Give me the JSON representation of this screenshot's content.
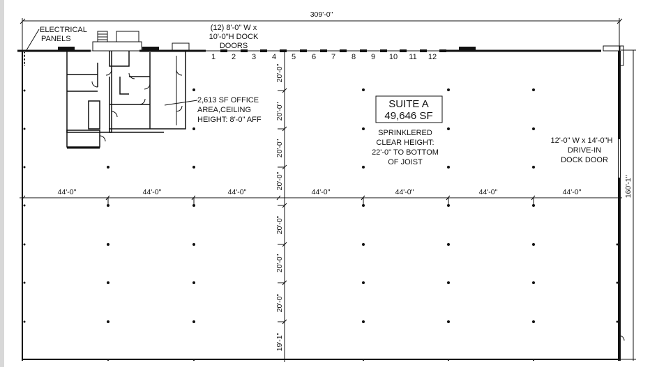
{
  "plan": {
    "overall_width": "309'-0\"",
    "overall_depth": "160'-1\"",
    "suite": {
      "name": "SUITE A",
      "area": "49,646 SF"
    },
    "notes": {
      "electrical": [
        "ELECTRICAL",
        "PANELS"
      ],
      "dock_doors": [
        "(12) 8'-0\" W x",
        "10'-0\"H DOCK",
        "DOORS"
      ],
      "office": [
        "2,613 SF OFFICE",
        "AREA,CEILING",
        "HEIGHT: 8'-0\" AFF"
      ],
      "sprinkler": [
        "SPRINKLERED",
        "CLEAR HEIGHT:",
        "22'-0\" TO BOTTOM",
        "OF JOIST"
      ],
      "drive_in": [
        "12'-0\" W x 14'-0\"H",
        "DRIVE-IN",
        "DOCK DOOR"
      ]
    },
    "dock_door_numbers": [
      "1",
      "2",
      "3",
      "4",
      "5",
      "6",
      "7",
      "8",
      "9",
      "10",
      "11",
      "12"
    ],
    "bay_widths": [
      "44'-0\"",
      "44'-0\"",
      "44'-0\"",
      "44'-0\"",
      "44'-0\"",
      "44'-0\"",
      "44'-0\""
    ],
    "bay_depths_upper": [
      "20'-0\"",
      "20'-0\"",
      "20'-0\"",
      "20'-0\""
    ],
    "bay_depths_lower": [
      "20'-0\"",
      "20'-0\"",
      "20'-0\"",
      "19'-1\""
    ]
  }
}
